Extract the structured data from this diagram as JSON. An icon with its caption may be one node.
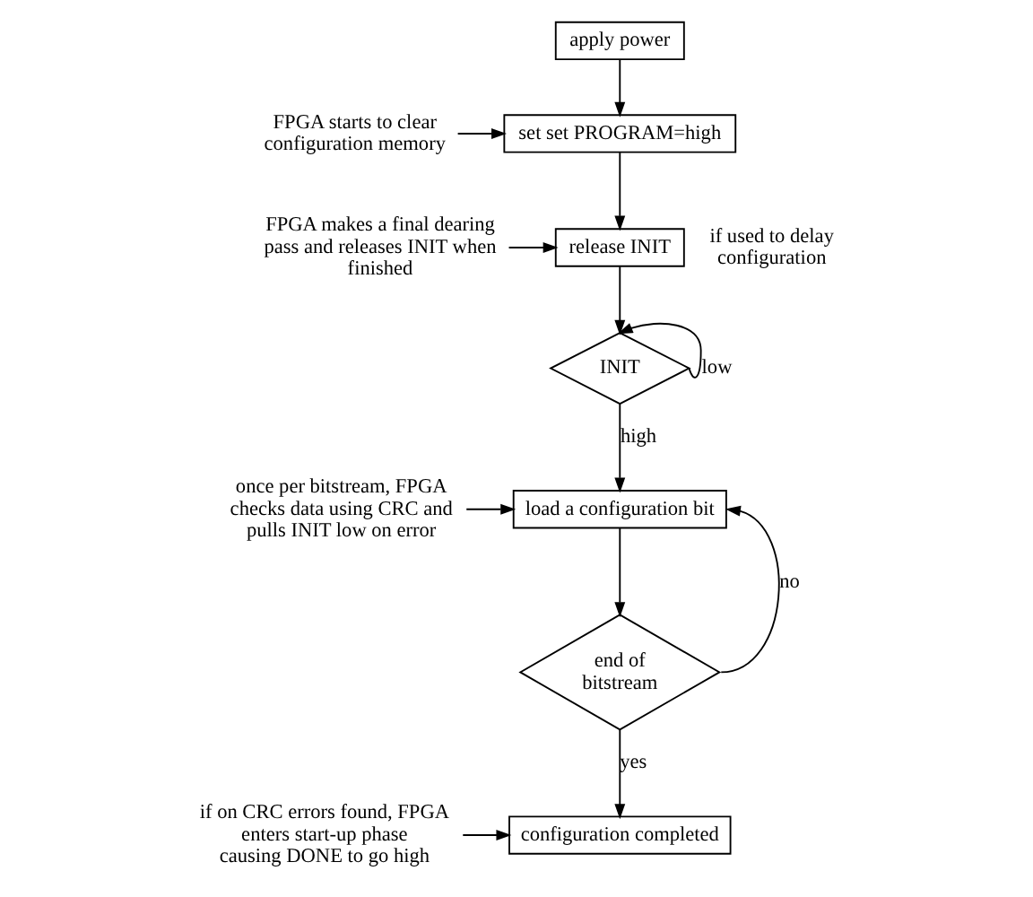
{
  "diagram": {
    "nodes": [
      {
        "text": [
          "apply power"
        ]
      },
      {
        "text": [
          "set set PROGRAM=high"
        ]
      },
      {
        "text": [
          "release INIT"
        ],
        "beside": [
          "if used to delay configuration"
        ]
      },
      {
        "text": [
          "INIT"
        ]
      },
      {
        "text": [
          "load a configuration bit"
        ]
      },
      {
        "text": [
          "end of bitstream"
        ]
      },
      {
        "text": [
          "configuration completed"
        ]
      },
      {
        "text": [
          "FPGA starts to clear configuration memory"
        ]
      },
      {
        "text": [
          "FPGA makes a final dearing pass and releases INIT when finished"
        ]
      },
      {
        "text": [
          "once per bitstream, FPGA checks data using CRC and pulls INIT low on error"
        ]
      },
      {
        "text": [
          "if on CRC errors found, FPGA enters start-up phase causing DONE to go high"
        ]
      }
    ],
    "edges": [
      {
        "from": 0,
        "to": 1,
        "arrow": "to"
      },
      {
        "from": 1,
        "to": 2,
        "arrow": "to"
      },
      {
        "from": 2,
        "to": 3,
        "arrow": "to"
      },
      {
        "from": 3,
        "to": 3,
        "arrow": "to",
        "label": "low"
      },
      {
        "from": 3,
        "to": 4,
        "arrow": "to",
        "label": "high"
      },
      {
        "from": 4,
        "to": 5,
        "arrow": "to"
      },
      {
        "from": 5,
        "to": 4,
        "arrow": "to",
        "label": "no"
      },
      {
        "from": 5,
        "to": 6,
        "arrow": "to",
        "label": "yes"
      },
      {
        "from": 7,
        "to": 1,
        "arrow": "to"
      },
      {
        "from": 8,
        "to": 2,
        "arrow": "to"
      },
      {
        "from": 9,
        "to": 4,
        "arrow": "to"
      },
      {
        "from": 10,
        "to": 6,
        "arrow": "to"
      }
    ]
  }
}
